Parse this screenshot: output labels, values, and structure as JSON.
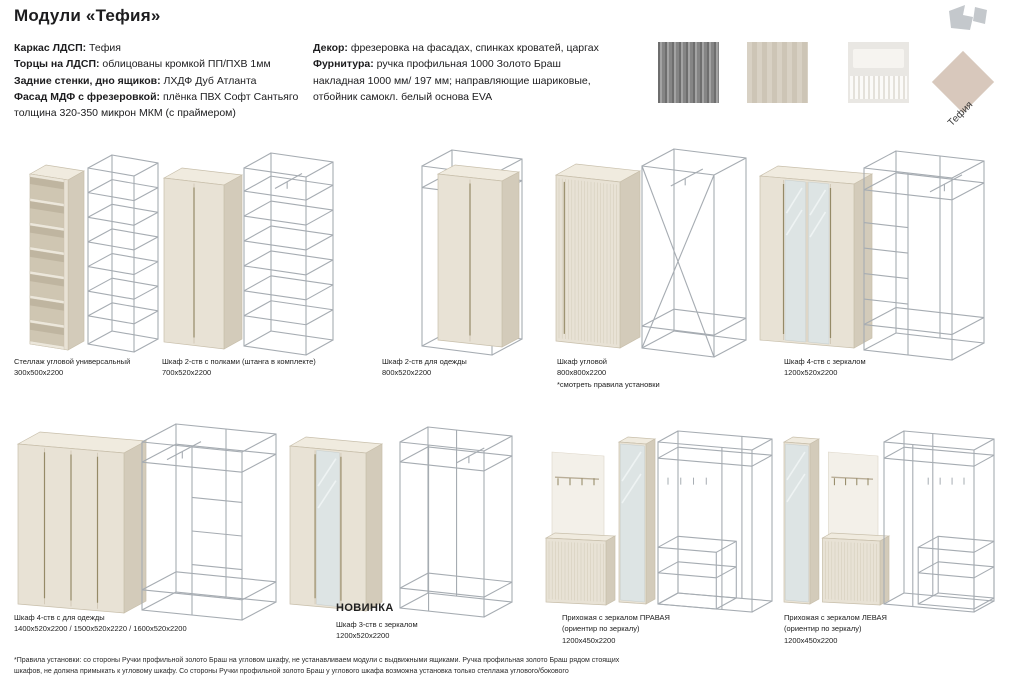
{
  "title": "Модули «Тефия»",
  "specs_left": [
    {
      "label": "Каркас ЛДСП:",
      "value": "Тефия"
    },
    {
      "label": "Торцы на ЛДСП:",
      "value": "облицованы кромкой ПП/ПХВ 1мм"
    },
    {
      "label": "Задние стенки, дно ящиков:",
      "value": "ЛХДФ Дуб Атланта"
    },
    {
      "label": "Фасад МДФ с фрезеровкой:",
      "value": "плёнка ПВХ Софт Сантьяго толщина 320-350 микрон МКМ (с праймером)"
    }
  ],
  "specs_right": [
    {
      "label": "Декор:",
      "value": "фрезеровка на фасадах, спинках кроватей, царгах"
    },
    {
      "label": "Фурнитура:",
      "value": "ручка профильная 1000 Золото Браш накладная 1000 мм/ 197 мм; направляющие шариковые, отбойник самокл. белый основа EVA"
    }
  ],
  "finish_label": "Тефия",
  "products": [
    {
      "name": "Стеллаж угловой универсальный",
      "dims": "300х500х2200"
    },
    {
      "name": "Шкаф 2-ств с полками (штанга в комплекте)",
      "dims": "700х520х2200"
    },
    {
      "name": "Шкаф 2-ств для одежды",
      "dims": "800х520х2200"
    },
    {
      "name": "Шкаф угловой",
      "dims": "800х800х2200",
      "note": "*смотреть правила установки"
    },
    {
      "name": "Шкаф 4-ств с зеркалом",
      "dims": "1200х520х2200"
    },
    {
      "name": "Шкаф 4-ств с для одежды",
      "dims": "1400х520х2200 / 1500х520х2220 / 1600х520х2200"
    },
    {
      "name": "Шкаф 3-ств с зеркалом",
      "dims": "1200х520х2200",
      "badge": "НОВИНКА"
    },
    {
      "name": "Прихожая с зеркалом ПРАВАЯ",
      "note": "(ориентир по зеркалу)",
      "dims": "1200х450х2200"
    },
    {
      "name": "Прихожая с зеркалом ЛЕВАЯ",
      "note": "(ориентир по зеркалу)",
      "dims": "1200х450х2200"
    }
  ],
  "footnote": "*Правила установки: со стороны Ручки профильной золото Браш на угловом шкафу, не устанавливаем модули с выдвижными ящиками. Ручка профильная золото Браш рядом стоящих шкафов, не должна примыкать к угловому шкафу. Со стороны Ручки профильной золото Браш у углового шкафа возможна установка только стеллажа углового/бокового",
  "colors": {
    "facade": "#e8e2d5",
    "mirror": "#dde4e4",
    "wire": "#a6acb2",
    "accent_gold": "#8f845f",
    "finish_swatch": "#d8c8bc"
  }
}
